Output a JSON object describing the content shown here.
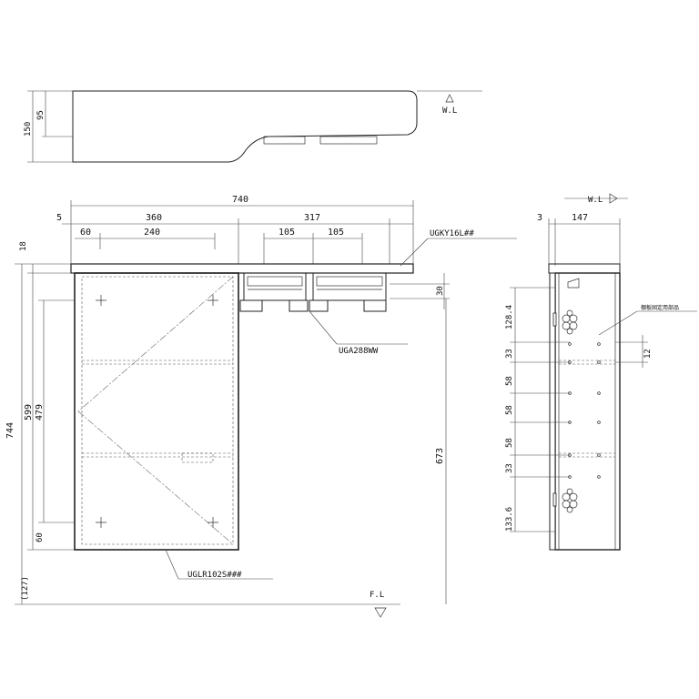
{
  "labels": {
    "wl_top": "W.L",
    "wl_side": "W.L",
    "fl": "F.L",
    "counter_model": "UGKY16L##",
    "paper_holder_model": "UGA288WW",
    "cabinet_model": "UGLR102S###",
    "side_callout": "棚板固定用部品"
  },
  "dims": {
    "top_150": "150",
    "top_95": "95",
    "w740": "740",
    "w5": "5",
    "w360": "360",
    "w317": "317",
    "w60": "60",
    "w240": "240",
    "w105a": "105",
    "w105b": "105",
    "h18": "18",
    "h30": "30",
    "h744": "744",
    "h599": "599",
    "h479": "479",
    "h60": "60",
    "h127": "(127)",
    "h673": "673",
    "s3": "3",
    "s147": "147",
    "s128_4": "128.4",
    "s33a": "33",
    "s58a": "58",
    "s58b": "58",
    "s58c": "58",
    "s33b": "33",
    "s133_6": "133.6",
    "s12": "12"
  }
}
